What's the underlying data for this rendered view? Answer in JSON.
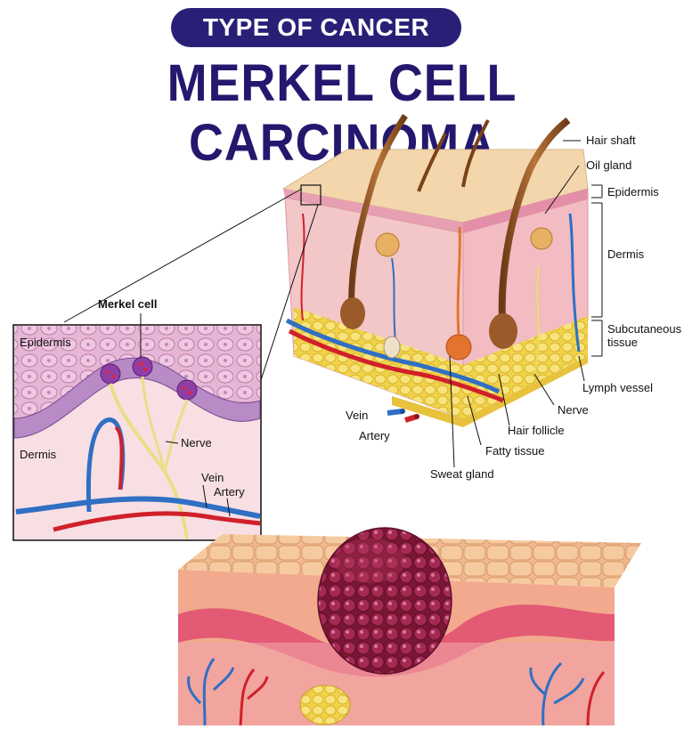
{
  "header": {
    "badge": "TYPE OF CANCER",
    "title": "MERKEL CELL CARCINOMA"
  },
  "skin_block_labels": {
    "hair_shaft": "Hair shaft",
    "oil_gland": "Oil gland",
    "epidermis": "Epidermis",
    "dermis": "Dermis",
    "subcutaneous_line1": "Subcutaneous",
    "subcutaneous_line2": "tissue",
    "lymph_vessel": "Lymph vessel",
    "nerve": "Nerve",
    "hair_follicle": "Hair follicle",
    "fatty_tissue": "Fatty tissue",
    "sweat_gland": "Sweat gland",
    "vein": "Vein",
    "artery": "Artery"
  },
  "inset_labels": {
    "merkel_cell": "Merkel cell",
    "epidermis": "Epidermis",
    "dermis": "Dermis",
    "nerve": "Nerve",
    "vein": "Vein",
    "artery": "Artery"
  },
  "colors": {
    "navy": "#23186e",
    "badge": "#2a1f77",
    "skin_top": "#f3d2a8",
    "dermis": "#f3c2c6",
    "fat": "#f5dc52",
    "vein": "#2f6fc4",
    "artery": "#d0202a",
    "tumor": "#8a1c3e",
    "merkel": "#8e3fa6"
  }
}
